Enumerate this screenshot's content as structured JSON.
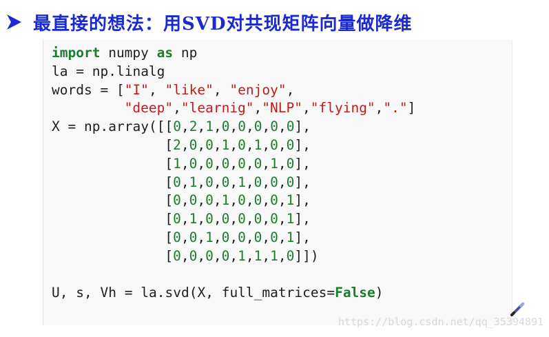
{
  "slide": {
    "title": "最直接的想法：用SVD对共现矩阵向量做降维",
    "accent_color": "#1a2ad0",
    "bullet_icon": "arrow-bullet-icon"
  },
  "code": {
    "lines": [
      "import numpy as np",
      "la = np.linalg",
      "words = [\"I\", \"like\", \"enjoy\",",
      "         \"deep\",\"learnig\",\"NLP\",\"flying\",\".\"]",
      "X = np.array([[0,2,1,0,0,0,0,0],",
      "              [2,0,0,1,0,1,0,0],",
      "              [1,0,0,0,0,0,1,0],",
      "              [0,1,0,0,1,0,0,0],",
      "              [0,0,0,1,0,0,0,1],",
      "              [0,1,0,0,0,0,0,1],",
      "              [0,0,1,0,0,0,0,1],",
      "              [0,0,0,0,1,1,1,0]])",
      "",
      "U, s, Vh = la.svd(X, full_matrices=False)"
    ],
    "keywords": [
      "import",
      "as",
      "False"
    ],
    "keyword_color": "#1b7d2c",
    "string_color": "#c41a16",
    "number_color": "#1b7d2c"
  },
  "watermark": "https://blog.csdn.net/qq_35394891",
  "pen_icon": "pen-icon"
}
